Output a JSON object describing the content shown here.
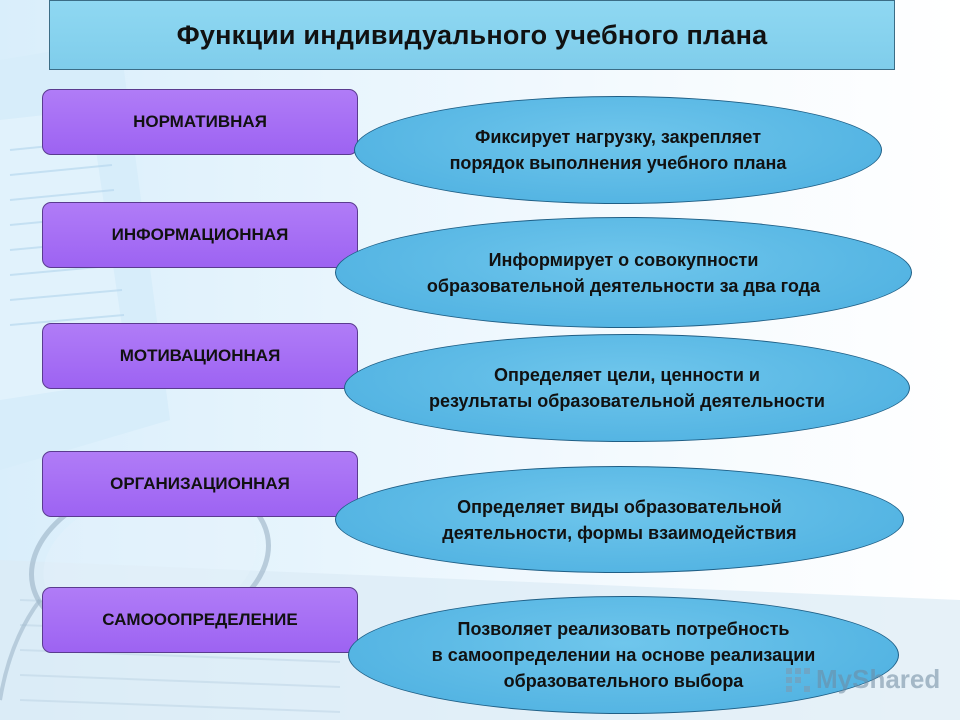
{
  "title": "Функции индивидуального учебного плана",
  "functions": [
    {
      "label": "НОРМАТИВНАЯ",
      "description": "Фиксирует нагрузку, закрепляет\nпорядок выполнения учебного плана"
    },
    {
      "label": "ИНФОРМАЦИОННАЯ",
      "description": "Информирует о совокупности\nобразовательной деятельности за два года"
    },
    {
      "label": "МОТИВАЦИОННАЯ",
      "description": "Определяет цели, ценности и\nрезультаты образовательной деятельности"
    },
    {
      "label": "ОРГАНИЗАЦИОННАЯ",
      "description": "Определяет виды образовательной\nдеятельности, формы взаимодействия"
    },
    {
      "label": "САМОООПРЕДЕЛЕНИЕ",
      "description": "Позволяет реализовать потребность\nв самоопределении на основе реализации\nобразовательного выбора"
    }
  ],
  "watermark": {
    "text": "MyShared",
    "icon": "pixel-grid-icon"
  },
  "colors": {
    "title_fill": "#8fd8f2",
    "function_fill": "#a46cf4",
    "description_fill": "#5ab9e6"
  }
}
